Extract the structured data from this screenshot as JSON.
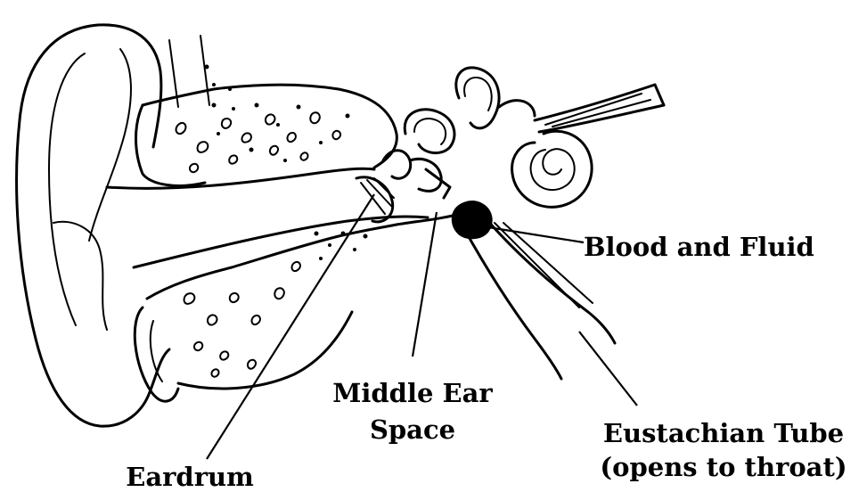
{
  "labels": {
    "blood_and_fluid": "Blood and Fluid",
    "middle_ear_line1": "Middle Ear",
    "middle_ear_line2": "Space",
    "eustachian_line1": "Eustachian Tube",
    "eustachian_line2": "(opens to throat)",
    "eardrum": "Eardrum"
  },
  "colors": {
    "ink": "#000000",
    "background": "#ffffff",
    "fluid_fill": "#000000"
  }
}
